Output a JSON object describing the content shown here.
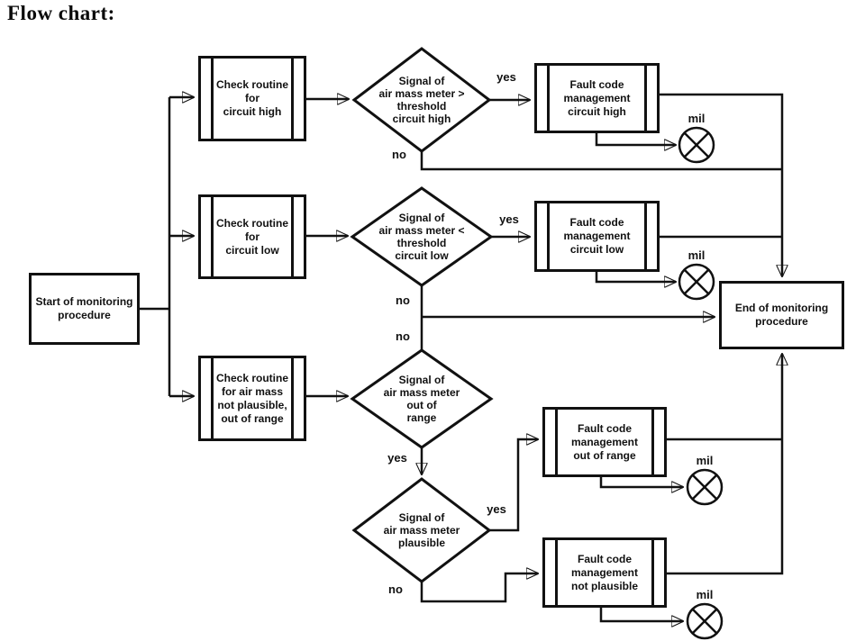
{
  "title": "Flow chart:",
  "colors": {
    "ink": "#111111",
    "background": "#ffffff"
  },
  "diagram": {
    "type": "flowchart",
    "nodes": {
      "start": {
        "label": "Start of monitoring\nprocedure",
        "shape": "rectangle"
      },
      "check_high": {
        "label": "Check routine\nfor\ncircuit high",
        "shape": "subroutine"
      },
      "check_low": {
        "label": "Check routine\nfor\ncircuit low",
        "shape": "subroutine"
      },
      "check_plausible": {
        "label": "Check routine\nfor air mass\nnot plausible,\nout of range",
        "shape": "subroutine"
      },
      "decision_high": {
        "label": "Signal of\nair mass meter >\nthreshold\ncircuit high",
        "shape": "diamond"
      },
      "decision_low": {
        "label": "Signal of\nair mass meter <\nthreshold\ncircuit low",
        "shape": "diamond"
      },
      "decision_range": {
        "label": "Signal of\nair mass meter\nout of\nrange",
        "shape": "diamond"
      },
      "decision_plausible": {
        "label": "Signal of\nair mass meter\nplausible",
        "shape": "diamond"
      },
      "fault_high": {
        "label": "Fault code\nmanagement\ncircuit high",
        "shape": "subroutine"
      },
      "fault_low": {
        "label": "Fault code\nmanagement\ncircuit low",
        "shape": "subroutine"
      },
      "fault_range": {
        "label": "Fault code\nmanagement\nout of range",
        "shape": "subroutine"
      },
      "fault_plausible": {
        "label": "Fault code\nmanagement\nnot plausible",
        "shape": "subroutine"
      },
      "end": {
        "label": "End of monitoring\nprocedure",
        "shape": "rectangle"
      }
    },
    "lamps": {
      "mil1": "mil",
      "mil2": "mil",
      "mil3": "mil",
      "mil4": "mil"
    },
    "edge_labels": {
      "d1_yes": "yes",
      "d1_no": "no",
      "d2_yes": "yes",
      "d2_no": "no",
      "d3_no": "no",
      "d3_yes": "yes",
      "d4_yes": "yes",
      "d4_no": "no"
    }
  }
}
